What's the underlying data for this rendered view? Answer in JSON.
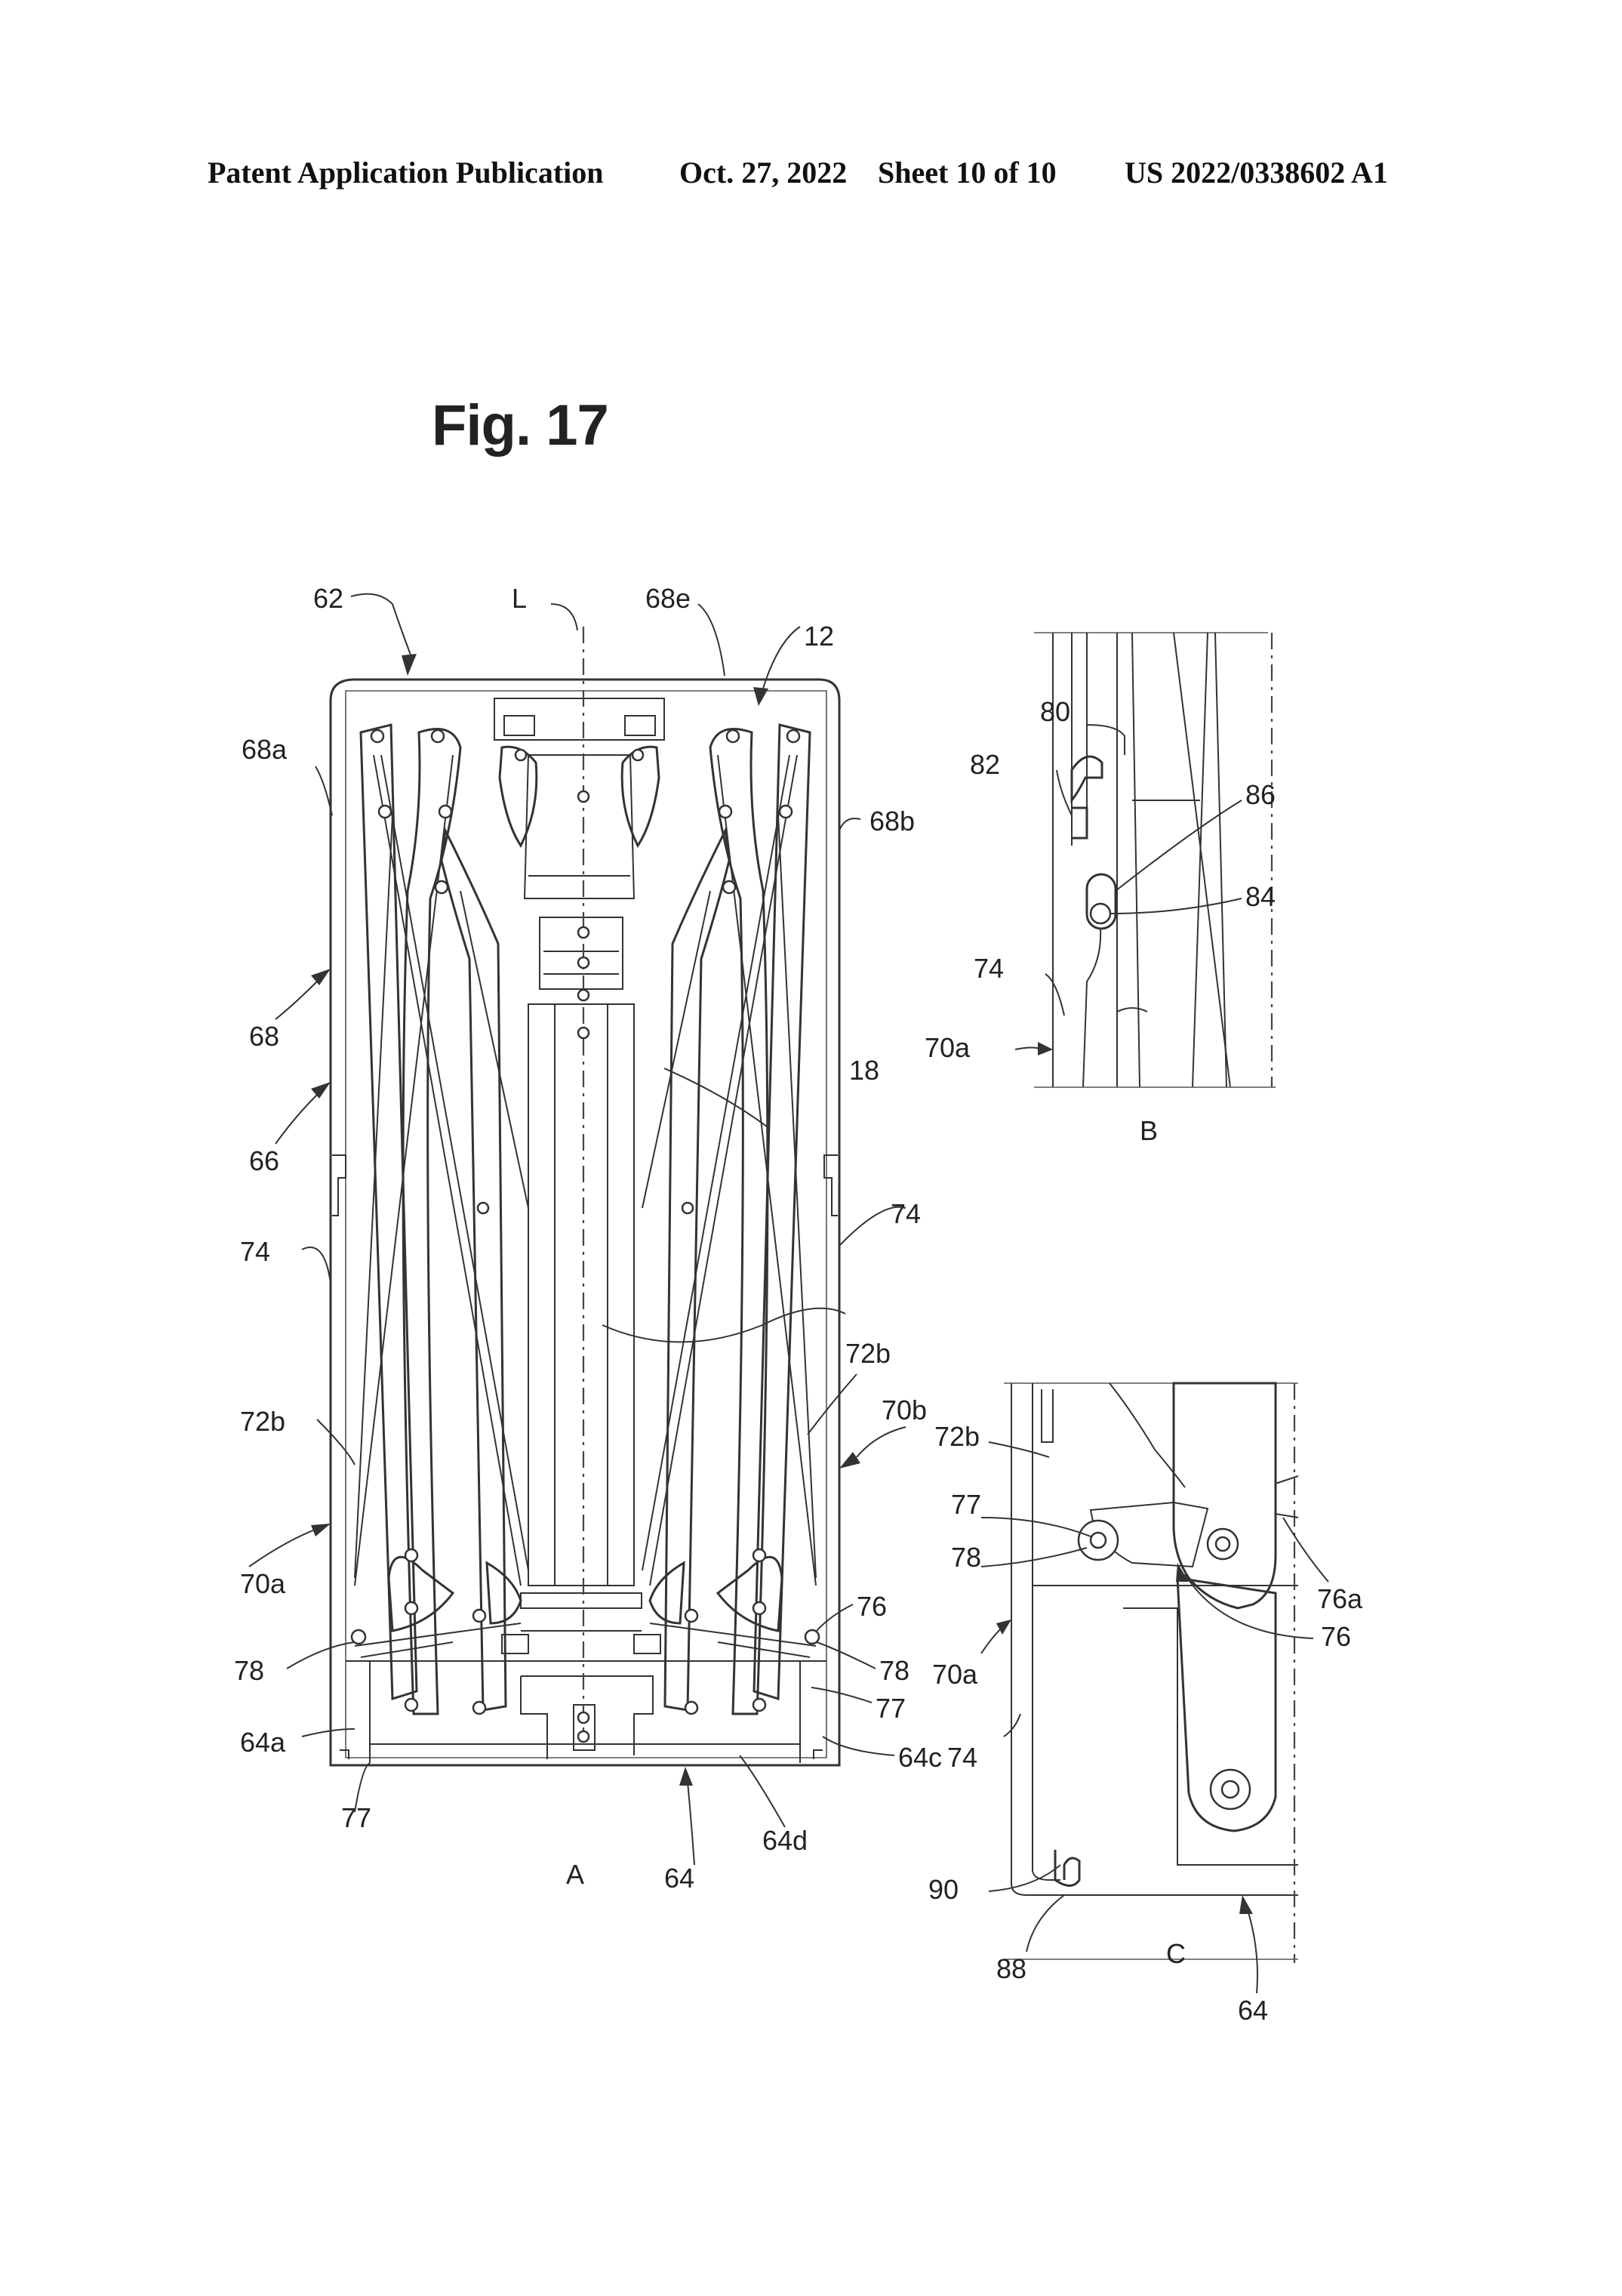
{
  "header": {
    "publication": "Patent Application Publication",
    "date": "Oct. 27, 2022",
    "sheet": "Sheet 10 of 10",
    "number": "US 2022/0338602 A1"
  },
  "figure": {
    "title": "Fig. 17",
    "view_labels": {
      "a": "A",
      "b": "B",
      "c": "C"
    }
  },
  "refs_a": {
    "r62": "62",
    "rL": "L",
    "r68e": "68e",
    "r12": "12",
    "r68a": "68a",
    "r68b": "68b",
    "r68": "68",
    "r66": "66",
    "r18": "18",
    "r74l": "74",
    "r74r": "74",
    "r72bl": "72b",
    "r72br": "72b",
    "r70b": "70b",
    "r70a": "70a",
    "r76": "76",
    "r78l": "78",
    "r78r": "78",
    "r77r": "77",
    "r64a": "64a",
    "r64c": "64c",
    "r77l": "77",
    "r64d": "64d",
    "r64": "64"
  },
  "refs_b": {
    "r80": "80",
    "r82": "82",
    "r86": "86",
    "r84": "84",
    "r74": "74",
    "r70a": "70a"
  },
  "refs_c": {
    "r72b": "72b",
    "r77": "77",
    "r78": "78",
    "r76a": "76a",
    "r76": "76",
    "r70a": "70a",
    "r74": "74",
    "r90": "90",
    "r88": "88",
    "r64": "64"
  }
}
